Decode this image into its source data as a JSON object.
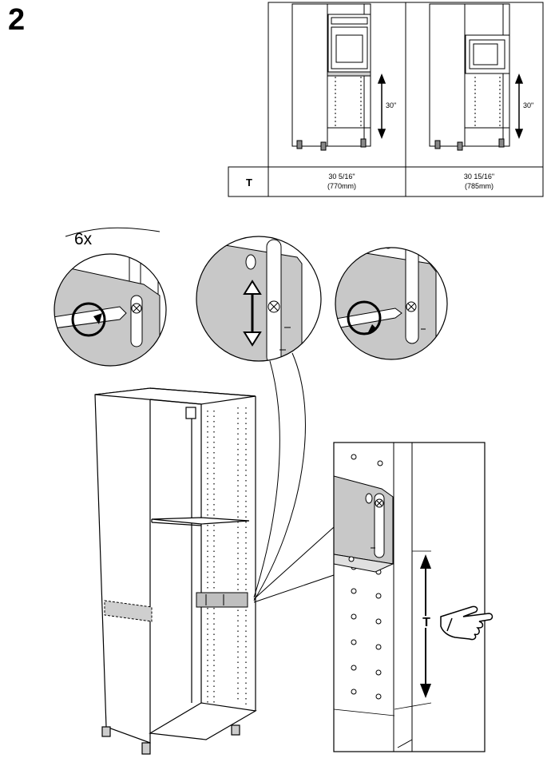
{
  "step": {
    "number": "2"
  },
  "table": {
    "row_label": "T",
    "columns": [
      {
        "dimension_label": "30\"",
        "value_in": "30 5/16\"",
        "value_mm": "(770mm)"
      },
      {
        "dimension_label": "30\"",
        "value_in": "30 15/16\"",
        "value_mm": "(785mm)"
      }
    ]
  },
  "callout": {
    "quantity": "6x"
  },
  "detail": {
    "dimension_label": "T"
  },
  "colors": {
    "line": "#000000",
    "panel": "#c8c8c8",
    "panel_dark": "#a8a8a8",
    "background": "#ffffff"
  }
}
